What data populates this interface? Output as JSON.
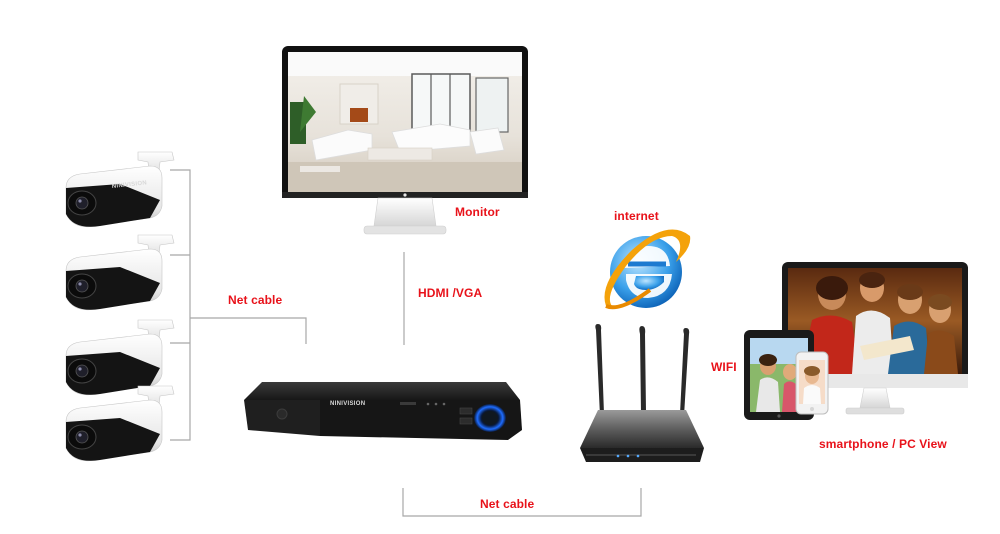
{
  "labels": {
    "monitor": "Monitor",
    "internet": "internet",
    "net_cable_left": "Net cable",
    "hdmi_vga": "HDMI /VGA",
    "wifi": "WIFI",
    "net_cable_bottom": "Net cable",
    "smartphone_pc_view": "smartphone / PC View"
  },
  "nvr_brand": "NINIVISION",
  "colors": {
    "label_red": "#e8121a",
    "cable_gray": "#a8a8a8",
    "device_black": "#1c1c1c",
    "ie_blue": "#2a8fe0"
  }
}
